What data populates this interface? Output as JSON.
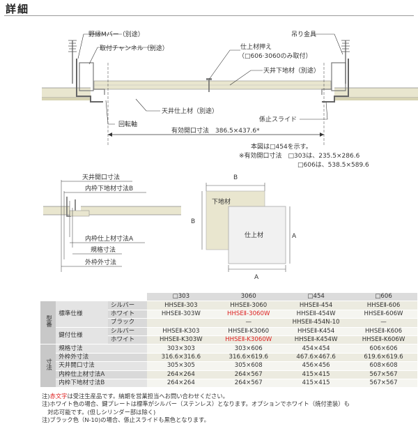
{
  "title": "詳細",
  "top_diagram": {
    "labels": {
      "nobuchi": "野縁Mバー（別途）",
      "channel": "取付チャンネル（別途）",
      "finish_hold": "仕上材押え",
      "finish_hold_note": "（□606·3060のみ取付）",
      "hanger": "吊り金具",
      "ceiling_base": "天井下地材（別途）",
      "ceiling_finish": "天井仕上材（別途）",
      "slide": "係止スライド",
      "hinge": "回転軸",
      "effective": "有効開口寸法　386.5×437.6*",
      "example": "本図は□454を示す。",
      "star_note": "※有効開口寸法　□303は、235.5×286.6",
      "star_note2": "□606は、538.5×589.6"
    }
  },
  "mid_diagram": {
    "labels": {
      "ceiling_opening": "天井開口寸法",
      "inner_base": "内枠下地材寸法B",
      "inner_finish": "内枠仕上材寸法A",
      "standard": "規格寸法",
      "outer": "外枠外寸法"
    }
  },
  "box_diagram": {
    "labels": {
      "b_top": "B",
      "b_side": "B",
      "a_right": "A",
      "a_bottom": "A",
      "base": "下地材",
      "finish": "仕上材"
    }
  },
  "table": {
    "columns": [
      "□303",
      "3060",
      "□454",
      "□606"
    ],
    "group_model": "型番",
    "group_dims": "寸法",
    "std_spec": "標準仕様",
    "key_spec": "鍵付仕様",
    "rows_model": [
      {
        "spec": "std",
        "color": "シルバー",
        "values": [
          "HHSEⅡ-303",
          "HHSEⅡ-3060",
          "HHSEⅡ-454",
          "HHSEⅡ-606"
        ],
        "red": [
          false,
          false,
          false,
          false
        ]
      },
      {
        "spec": "std",
        "color": "ホワイト",
        "values": [
          "HHSEⅡ-303W",
          "HHSEⅡ-3060W",
          "HHSEⅡ-454W",
          "HHSEⅡ-606W"
        ],
        "red": [
          false,
          true,
          false,
          false
        ]
      },
      {
        "spec": "std",
        "color": "ブラック",
        "values": [
          "",
          "—",
          "HHSEⅡ-454N-10",
          "—"
        ],
        "red": [
          false,
          false,
          false,
          false
        ]
      },
      {
        "spec": "key",
        "color": "シルバー",
        "values": [
          "HHSEⅡ-K303",
          "HHSEⅡ-K3060",
          "HHSEⅡ-K454",
          "HHSEⅡ-K606"
        ],
        "red": [
          false,
          false,
          false,
          false
        ]
      },
      {
        "spec": "key",
        "color": "ホワイト",
        "values": [
          "HHSEⅡ-K303W",
          "HHSEⅡ-K3060W",
          "HHSEⅡ-K454W",
          "HHSEⅡ-K606W"
        ],
        "red": [
          false,
          true,
          false,
          false
        ]
      }
    ],
    "rows_dims": [
      {
        "label": "規格寸法",
        "values": [
          "303×303",
          "303×606",
          "454×454",
          "606×606"
        ]
      },
      {
        "label": "外枠外寸法",
        "values": [
          "316.6×316.6",
          "316.6×619.6",
          "467.6×467.6",
          "619.6×619.6"
        ]
      },
      {
        "label": "天井開口寸法",
        "values": [
          "305×305",
          "305×608",
          "456×456",
          "608×608"
        ]
      },
      {
        "label": "内枠仕上材寸法A",
        "values": [
          "264×264",
          "264×567",
          "415×415",
          "567×567"
        ]
      },
      {
        "label": "内枠下地材寸法B",
        "values": [
          "264×264",
          "264×567",
          "415×415",
          "567×567"
        ]
      }
    ]
  },
  "notes": {
    "n1_prefix": "注)",
    "n1_red": "赤文字",
    "n1_rest": "は受注生産品です。納期を営業担当へお問い合わせください。",
    "n2": "注)ホワイト色の場合、鍵プレートは標準がシルバー（ステンレス）となります。オプションでホワイト（焼付塗装）も",
    "n2b": "　対応可能です。(但しシリンダー部は除く)",
    "n3": "注)ブラック色（N-10)の場合、係止スライドも黒色となります。"
  },
  "colors": {
    "board": "#e9e6cf",
    "board_dark": "#d7d3b3",
    "frame": "#777777",
    "red": "#dd2222"
  }
}
